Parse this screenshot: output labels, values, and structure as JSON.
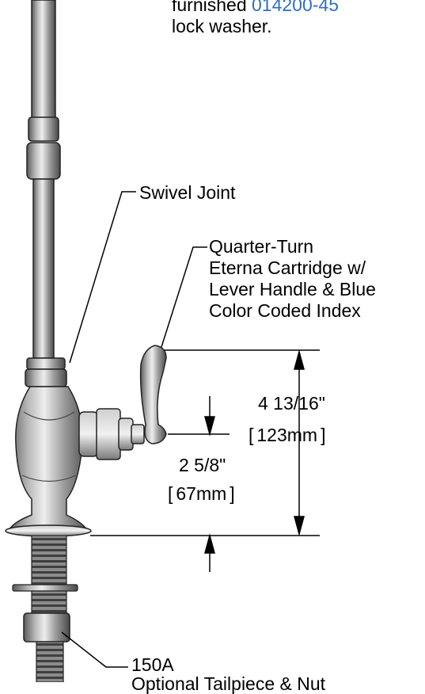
{
  "callouts": {
    "top_note": {
      "line1_prefix": "furnished ",
      "line1_part": "014200-45",
      "line2": "lock washer."
    },
    "swivel_joint": "Swivel Joint",
    "cartridge": {
      "line1": "Quarter-Turn",
      "line2": "Eterna Cartridge w/",
      "line3": "Lever Handle & Blue",
      "line4": "Color Coded Index"
    },
    "tailpiece": {
      "line1": "150A",
      "line2": "Optional Tailpiece & Nut"
    }
  },
  "dimensions": {
    "handle_height": {
      "imperial": "4 13/16\"",
      "metric": "123mm"
    },
    "spout_height": {
      "imperial": "2 5/8\"",
      "metric": "67mm"
    }
  },
  "colors": {
    "part_number": "#2e6fc2",
    "metal_dark": "#6f6f6f",
    "metal_light": "#d9d9d9"
  }
}
